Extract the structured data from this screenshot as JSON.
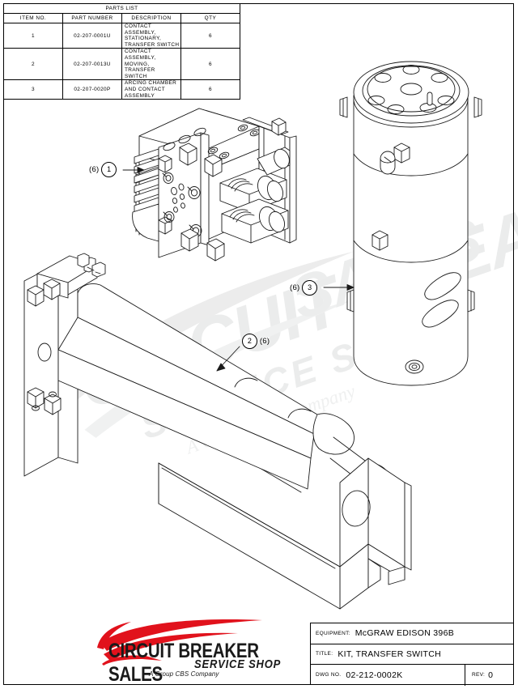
{
  "parts_list": {
    "title": "PARTS  LIST",
    "columns": [
      "ITEM  NO.",
      "PART  NUMBER",
      "DESCRIPTION",
      "QTY"
    ],
    "rows": [
      {
        "item": "1",
        "part_number": "02-207-0001U",
        "description": "CONTACT  ASSEMBLY,  STATIONARY,\nTRANSFER  SWITCH",
        "qty": "6"
      },
      {
        "item": "2",
        "part_number": "02-207-0013U",
        "description": "CONTACT  ASSEMBLY,  MOVING,  TRANSFER\nSWITCH",
        "qty": "6"
      },
      {
        "item": "3",
        "part_number": "02-207-0020P",
        "description": "ARCING  CHAMBER  AND  CONTACT  ASSEMBLY",
        "qty": "6"
      }
    ]
  },
  "callouts": [
    {
      "id": "callout-1",
      "qty": "(6)",
      "balloon": "1",
      "order": "qty-first"
    },
    {
      "id": "callout-2",
      "qty": "(6)",
      "balloon": "2",
      "order": "balloon-first"
    },
    {
      "id": "callout-3",
      "qty": "(6)",
      "balloon": "3",
      "order": "qty-first"
    }
  ],
  "logo": {
    "line1": "CIRCUIT BREAKER SALES",
    "line2": "SERVICE SHOP",
    "line3": "A Group CBS Company",
    "swoosh_color": "#e1121c",
    "text_color": "#1a1a1a"
  },
  "watermark": {
    "line1": "CIRCUIT BREAKER SALES",
    "line2": "SERVICE SHOP",
    "line3": "A Group CBS Company",
    "color": "#eceded"
  },
  "title_block": {
    "equipment_label": "EQUIPMENT:",
    "equipment_value": "McGRAW  EDISON  396B",
    "title_label": "TITLE:",
    "title_value": "KIT,  TRANSFER  SWITCH",
    "dwg_label": "DWG  NO.",
    "dwg_value": "02-212-0002K",
    "rev_label": "REV:",
    "rev_value": "0"
  }
}
